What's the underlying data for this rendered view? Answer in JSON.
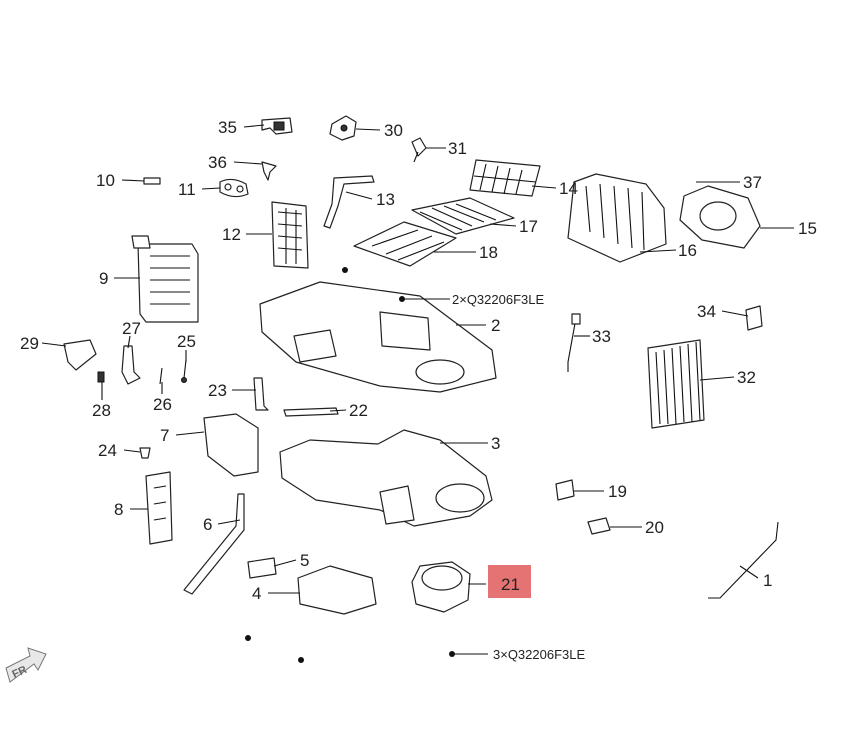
{
  "diagram": {
    "highlighted_callout": "21",
    "highlight_color": "#e57373",
    "callouts": {
      "c1": "1",
      "c2": "2",
      "c3": "3",
      "c4": "4",
      "c5": "5",
      "c6": "6",
      "c7": "7",
      "c8": "8",
      "c9": "9",
      "c10": "10",
      "c11": "11",
      "c12": "12",
      "c13": "13",
      "c14": "14",
      "c15": "15",
      "c16": "16",
      "c17": "17",
      "c18": "18",
      "c19": "19",
      "c20": "20",
      "c21": "21",
      "c22": "22",
      "c23": "23",
      "c24": "24",
      "c25": "25",
      "c26": "26",
      "c27": "27",
      "c28": "28",
      "c29": "29",
      "c30": "30",
      "c31": "31",
      "c32": "32",
      "c33": "33",
      "c34": "34",
      "c35": "35",
      "c36": "36",
      "c37": "37"
    },
    "screw_notes": {
      "upper": "2×Q32206F3LE",
      "lower": "3×Q32206F3LE"
    },
    "direction_label": "FR"
  }
}
